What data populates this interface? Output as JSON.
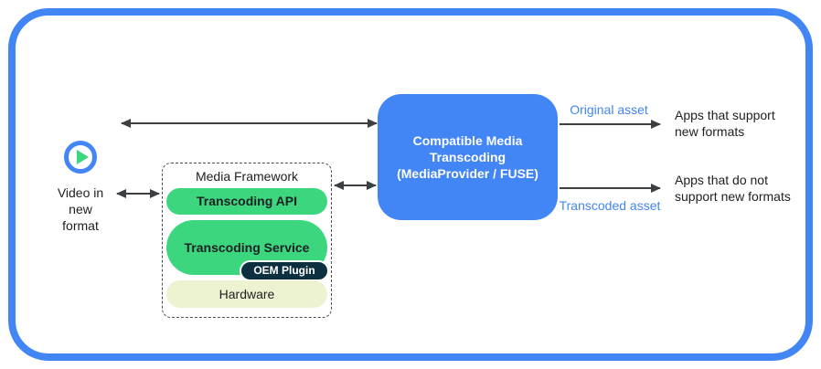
{
  "colors": {
    "blue": "#4285F4",
    "green": "#3CD67F",
    "navy": "#0D3040",
    "pale": "#EDF3D1",
    "arrow": "#3C4043",
    "ink": "#202124"
  },
  "source": {
    "icon": "play-icon",
    "label": "Video in\nnew\nformat"
  },
  "media_framework": {
    "title": "Media Framework",
    "layers": [
      {
        "label": "Transcoding API"
      },
      {
        "label": "Transcoding Service",
        "plugin_label": "OEM Plugin"
      },
      {
        "label": "Hardware"
      }
    ]
  },
  "transcoder": {
    "label": "Compatible Media\nTranscoding\n(MediaProvider / FUSE)"
  },
  "outputs": [
    {
      "asset_label": "Original asset",
      "apps_label": "Apps that support\nnew formats"
    },
    {
      "asset_label": "Transcoded asset",
      "apps_label": "Apps that do not\nsupport new formats"
    }
  ]
}
